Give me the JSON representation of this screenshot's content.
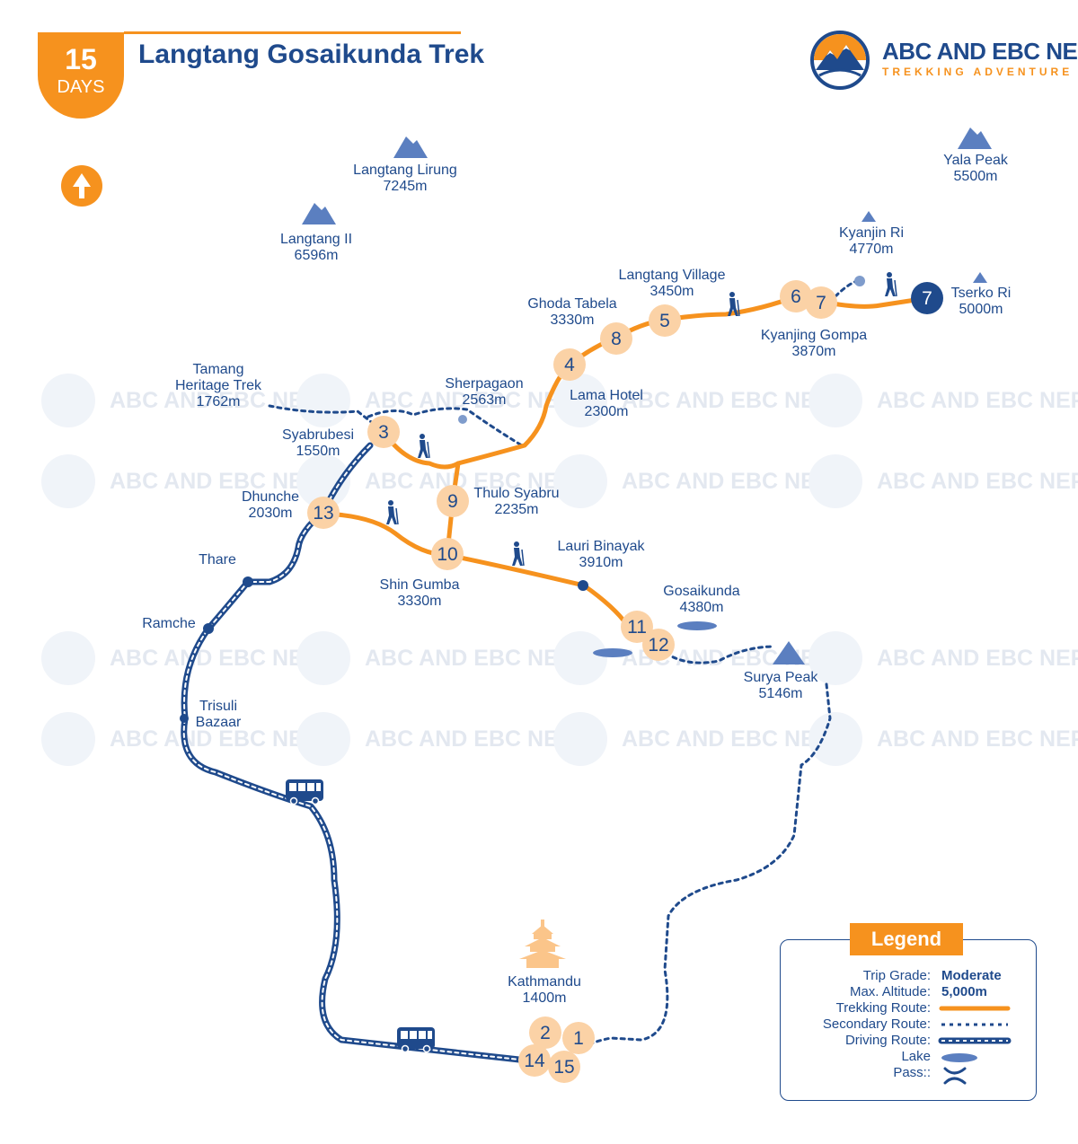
{
  "header": {
    "days_number": "15",
    "days_label": "DAYS",
    "title": "Langtang Gosaikunda Trek"
  },
  "brand": {
    "name": "ABC AND EBC NEPAL",
    "tagline": "TREKKING ADVENTURE"
  },
  "watermark": "ABC AND EBC NEPAL",
  "colors": {
    "trekking_route": "#f6921e",
    "driving_route": "#1f4a8c",
    "secondary_route": "#1f4a8c",
    "stop_circle": "#fbd2a6",
    "peak_icon": "#5b7fc0",
    "text": "#1f4a8c"
  },
  "peaks": [
    {
      "name": "Langtang Lirung",
      "alt": "7245m"
    },
    {
      "name": "Langtang II",
      "alt": "6596m"
    },
    {
      "name": "Yala Peak",
      "alt": "5500m"
    },
    {
      "name": "Kyanjin Ri",
      "alt": "4770m"
    },
    {
      "name": "Tserko Ri",
      "alt": "5000m"
    },
    {
      "name": "Surya Peak",
      "alt": "5146m"
    }
  ],
  "places": [
    {
      "name": "Langtang Village",
      "alt": "3450m"
    },
    {
      "name": "Ghoda Tabela",
      "alt": "3330m"
    },
    {
      "name": "Kyanjing Gompa",
      "alt": "3870m"
    },
    {
      "name": "Tamang",
      "name2": "Heritage Trek",
      "alt": "1762m"
    },
    {
      "name": "Sherpagaon",
      "alt": "2563m"
    },
    {
      "name": "Lama Hotel",
      "alt": "2300m"
    },
    {
      "name": "Syabrubesi",
      "alt": "1550m"
    },
    {
      "name": "Thulo Syabru",
      "alt": "2235m"
    },
    {
      "name": "Dhunche",
      "alt": "2030m"
    },
    {
      "name": "Lauri Binayak",
      "alt": "3910m"
    },
    {
      "name": "Shin Gumba",
      "alt": "3330m"
    },
    {
      "name": "Gosaikunda",
      "alt": "4380m"
    },
    {
      "name": "Thare"
    },
    {
      "name": "Ramche"
    },
    {
      "name": "Trisuli",
      "name2": "Bazaar"
    },
    {
      "name": "Kathmandu",
      "alt": "1400m"
    }
  ],
  "stops": [
    "1",
    "2",
    "3",
    "4",
    "5",
    "6",
    "7",
    "7",
    "8",
    "9",
    "10",
    "11",
    "12",
    "13",
    "14",
    "15"
  ],
  "legend": {
    "title": "Legend",
    "trip_grade_label": "Trip Grade:",
    "trip_grade_value": "Moderate",
    "max_alt_label": "Max. Altitude:",
    "max_alt_value": "5,000m",
    "trekking_label": "Trekking Route:",
    "secondary_label": "Secondary Route:",
    "driving_label": "Driving Route:",
    "lake_label": "Lake",
    "pass_label": "Pass::"
  }
}
